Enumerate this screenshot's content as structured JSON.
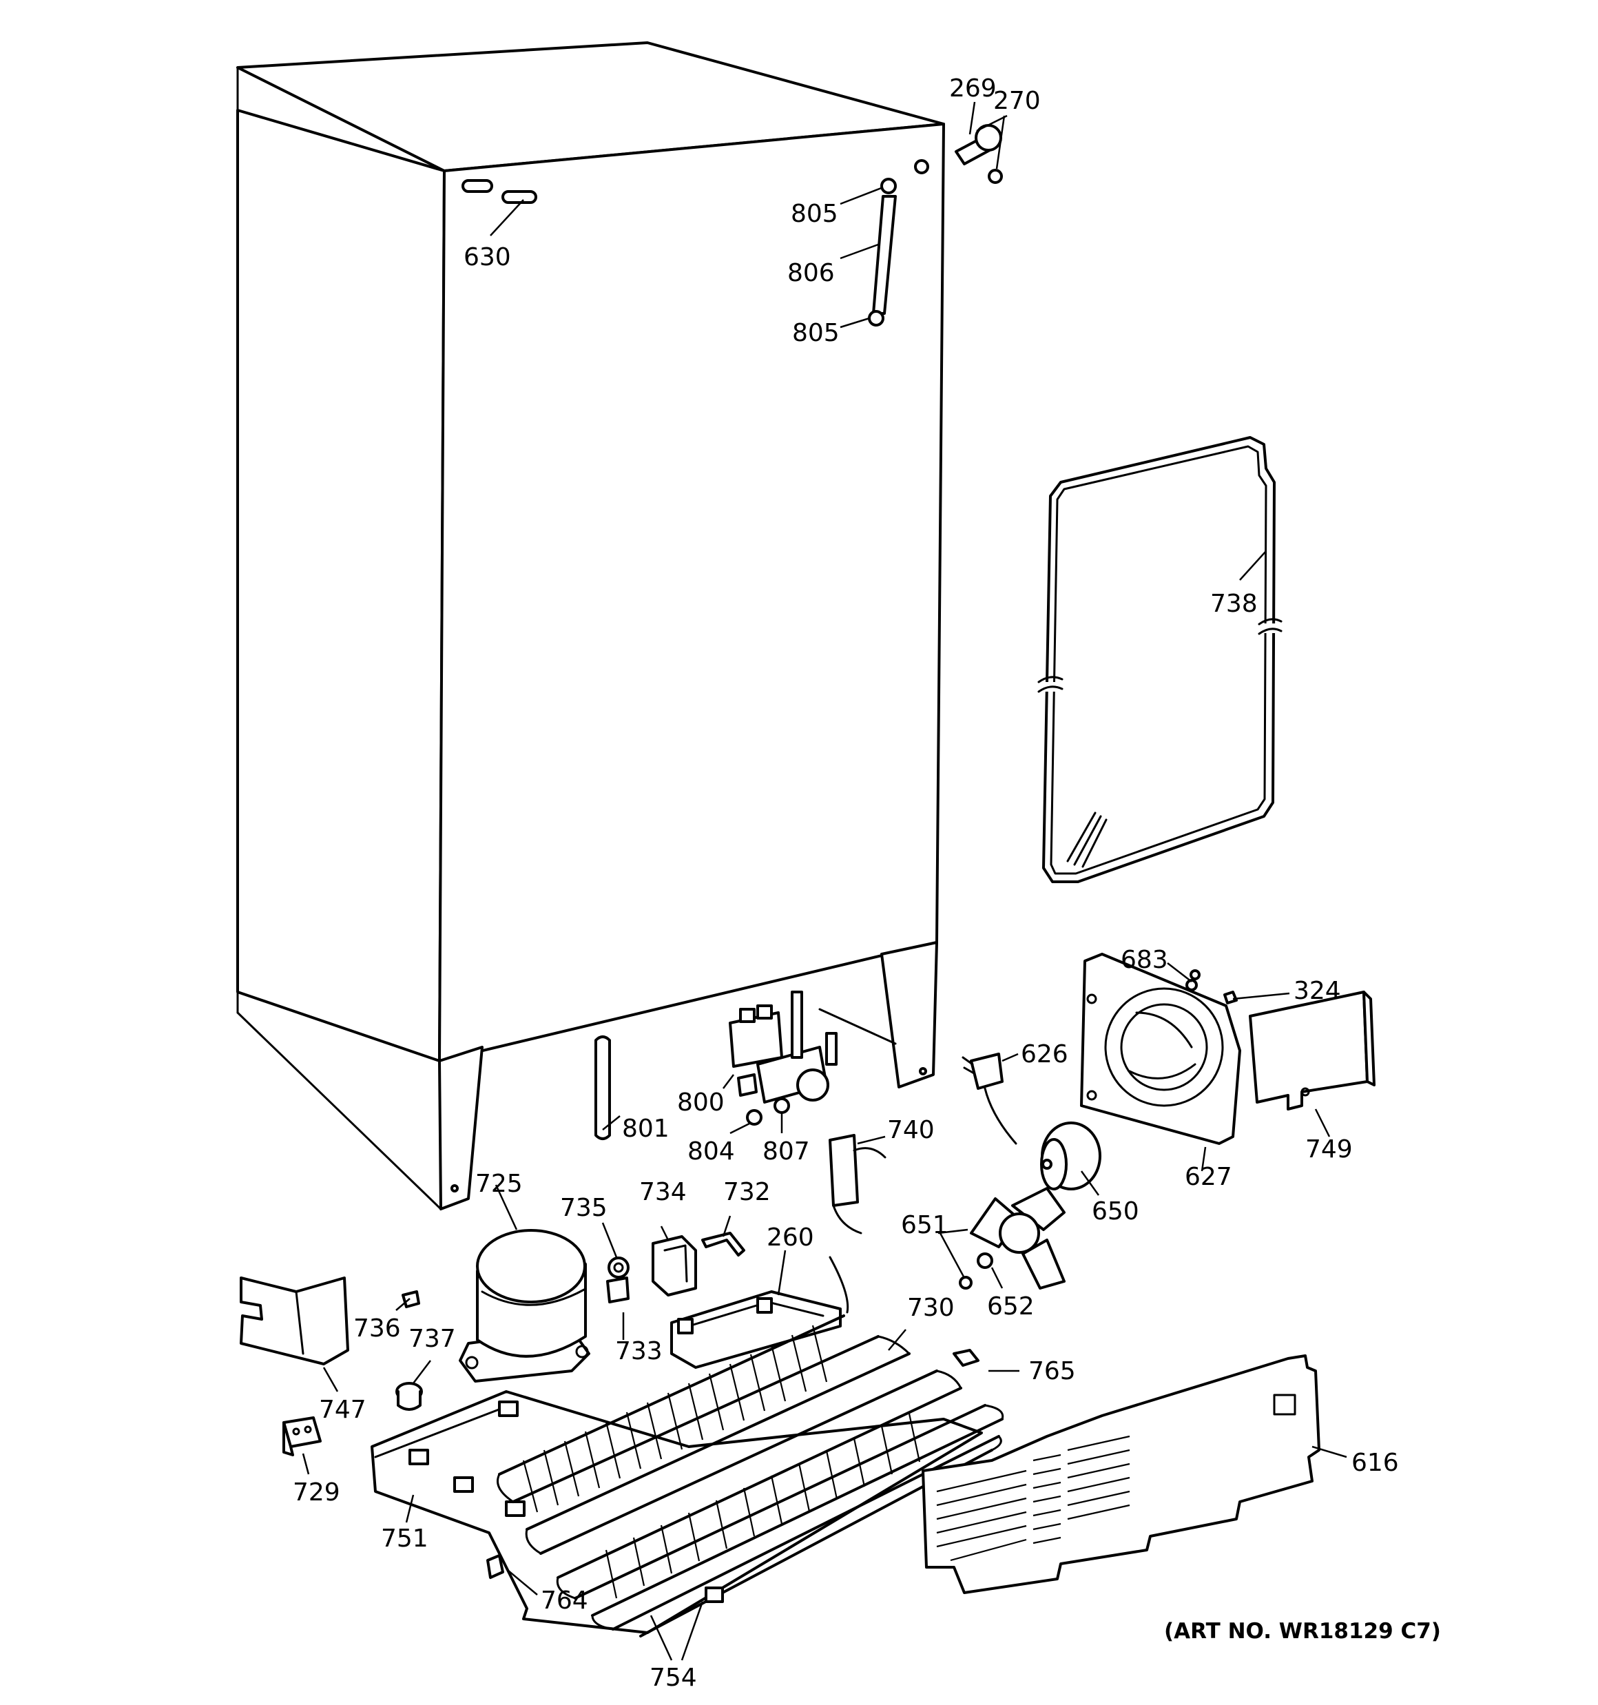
{
  "art_number": "(ART NO. WR18129 C7)",
  "callouts": [
    {
      "id": "c269",
      "label": "269"
    },
    {
      "id": "c270",
      "label": "270"
    },
    {
      "id": "c630",
      "label": "630"
    },
    {
      "id": "c805a",
      "label": "805"
    },
    {
      "id": "c806",
      "label": "806"
    },
    {
      "id": "c805b",
      "label": "805"
    },
    {
      "id": "c738",
      "label": "738"
    },
    {
      "id": "c683",
      "label": "683"
    },
    {
      "id": "c324",
      "label": "324"
    },
    {
      "id": "c626",
      "label": "626"
    },
    {
      "id": "c627",
      "label": "627"
    },
    {
      "id": "c749",
      "label": "749"
    },
    {
      "id": "c650",
      "label": "650"
    },
    {
      "id": "c800",
      "label": "800"
    },
    {
      "id": "c801",
      "label": "801"
    },
    {
      "id": "c804",
      "label": "804"
    },
    {
      "id": "c807",
      "label": "807"
    },
    {
      "id": "c740",
      "label": "740"
    },
    {
      "id": "c725",
      "label": "725"
    },
    {
      "id": "c735",
      "label": "735"
    },
    {
      "id": "c734",
      "label": "734"
    },
    {
      "id": "c732",
      "label": "732"
    },
    {
      "id": "c260",
      "label": "260"
    },
    {
      "id": "c651",
      "label": "651"
    },
    {
      "id": "c652",
      "label": "652"
    },
    {
      "id": "c730",
      "label": "730"
    },
    {
      "id": "c765",
      "label": "765"
    },
    {
      "id": "c736",
      "label": "736"
    },
    {
      "id": "c737",
      "label": "737"
    },
    {
      "id": "c733",
      "label": "733"
    },
    {
      "id": "c747",
      "label": "747"
    },
    {
      "id": "c729",
      "label": "729"
    },
    {
      "id": "c751",
      "label": "751"
    },
    {
      "id": "c764",
      "label": "764"
    },
    {
      "id": "c754",
      "label": "754"
    },
    {
      "id": "c616",
      "label": "616"
    }
  ]
}
